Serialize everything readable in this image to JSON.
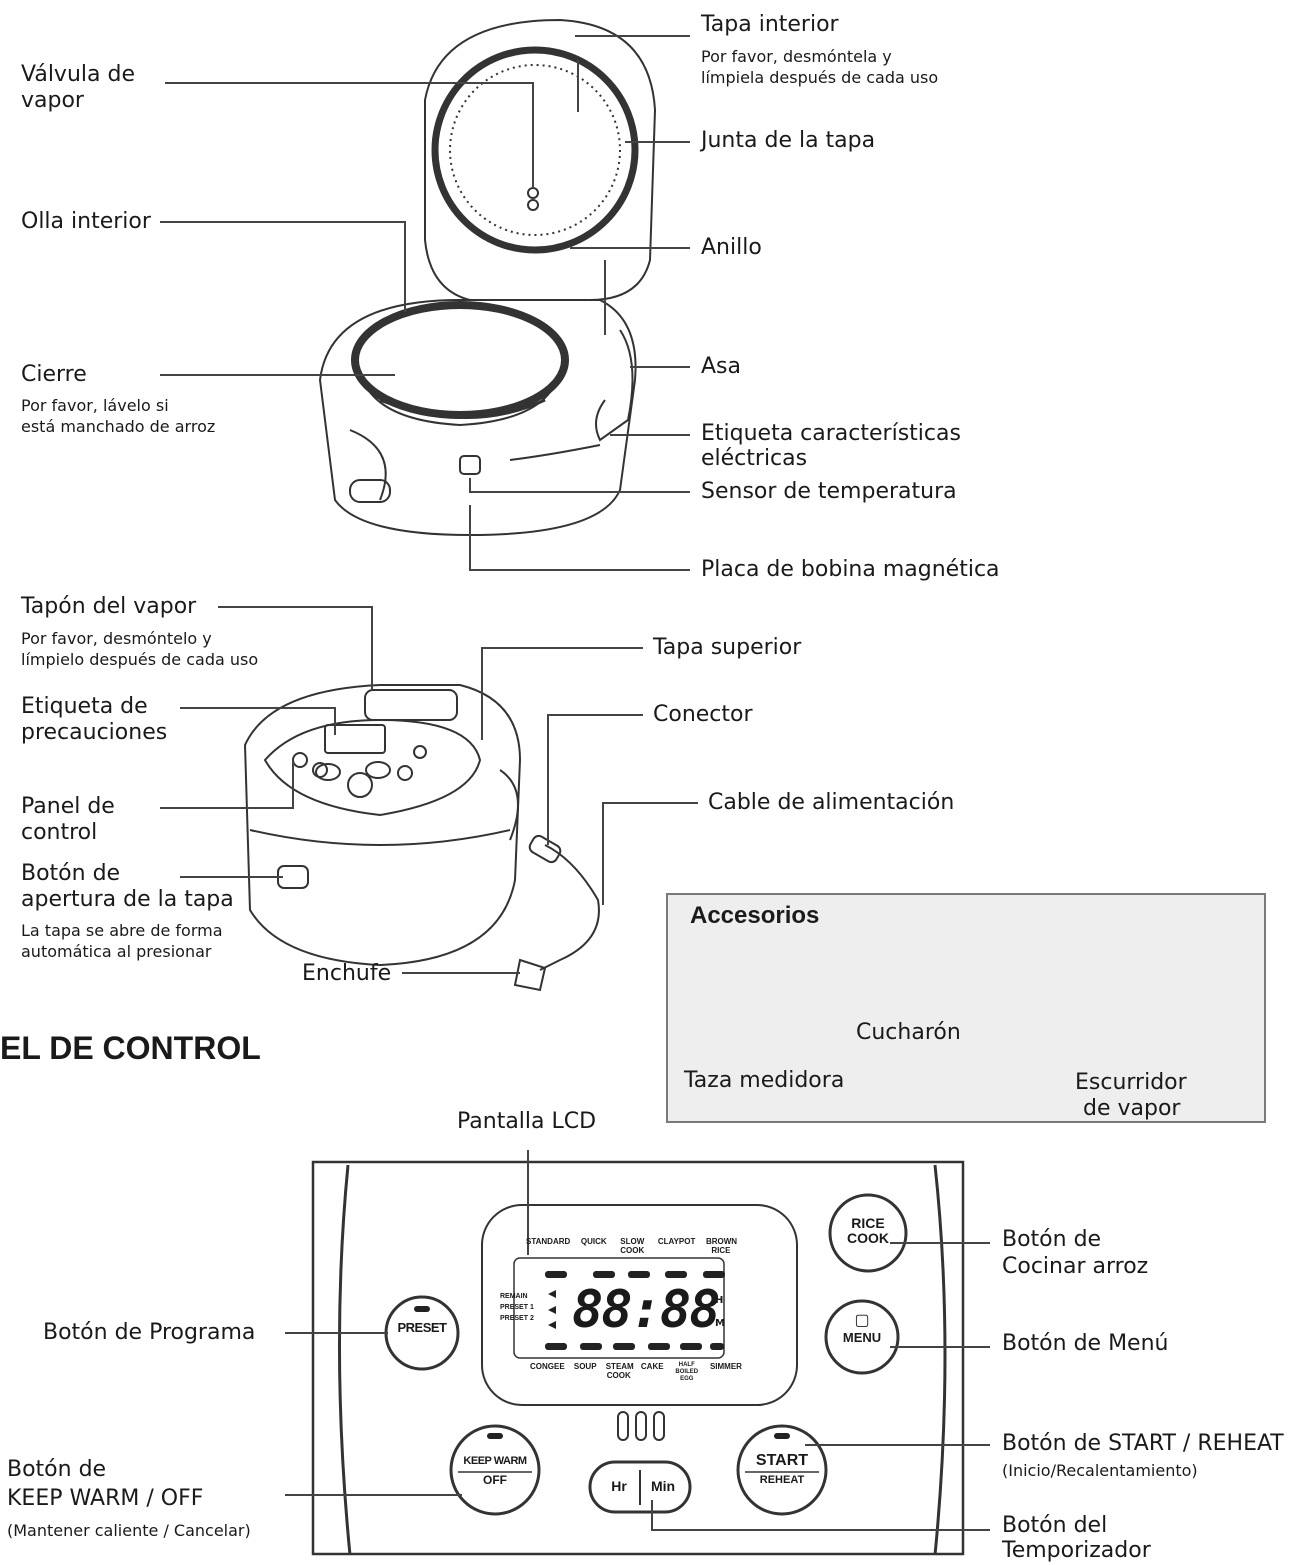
{
  "top_labels": {
    "valvula_line1": "Válvula de",
    "valvula_line2": "vapor",
    "olla_interior": "Olla interior",
    "cierre": "Cierre",
    "cierre_note1": "Por favor, lávelo si",
    "cierre_note2": "está manchado de arroz",
    "tapa_interior": "Tapa interior",
    "tapa_interior_note1": "Por favor, desmóntela y",
    "tapa_interior_note2": "límpiela después de cada uso",
    "junta": "Junta de la tapa",
    "anillo": "Anillo",
    "asa": "Asa",
    "etiqueta_elec1": "Etiqueta características",
    "etiqueta_elec2": "eléctricas",
    "sensor": "Sensor de temperatura",
    "placa": "Placa de bobina magnética"
  },
  "mid_labels": {
    "tapon": "Tapón del vapor",
    "tapon_note1": "Por favor, desmóntelo y",
    "tapon_note2": "límpielo después de cada uso",
    "etiqueta_prec1": "Etiqueta de",
    "etiqueta_prec2": "precauciones",
    "panel1": "Panel de",
    "panel2": "control",
    "boton_apertura1": "Botón de",
    "boton_apertura2": "apertura de la tapa",
    "boton_apertura_note1": "La tapa se abre de forma",
    "boton_apertura_note2": "automática al presionar",
    "enchufe": "Enchufe",
    "tapa_superior": "Tapa superior",
    "conector": "Conector",
    "cable": "Cable de alimentación"
  },
  "accessories": {
    "title": "Accesorios",
    "cucharon": "Cucharón",
    "taza": "Taza medidora",
    "escurridor1": "Escurridor",
    "escurridor2": "de vapor"
  },
  "section_heading": "EL DE CONTROL",
  "panel_labels": {
    "lcd": "Pantalla LCD",
    "programa": "Botón de Programa",
    "keep1": "Botón de",
    "keep2": "KEEP WARM / OFF",
    "keep_note": "(Mantener caliente / Cancelar)",
    "rice1": "Botón de",
    "rice2": "Cocinar arroz",
    "menu": "Botón de Menú",
    "start": "Botón de START / REHEAT",
    "start_note": "(Inicio/Recalentamiento)",
    "timer1": "Botón del",
    "timer2": "Temporizador"
  },
  "lcd": {
    "top_modes": [
      "STANDARD",
      "QUICK",
      "SLOW COOK",
      "CLAYPOT",
      "BROWN RICE"
    ],
    "bottom_modes": [
      "CONGEE",
      "SOUP",
      "STEAM COOK",
      "CAKE",
      "HALF BOILED EGG",
      "SIMMER"
    ],
    "left_1": "REMAIN",
    "left_2": "PRESET 1",
    "left_3": "PRESET 2",
    "digits": "88:88",
    "h": "H",
    "m": "M"
  },
  "buttons": {
    "preset": "PRESET",
    "rice1": "RICE",
    "rice2": "COOK",
    "menu": "MENU",
    "keep_top": "KEEP WARM",
    "keep_bottom": "OFF",
    "start_top": "START",
    "start_bottom": "REHEAT",
    "hr": "Hr",
    "min": "Min"
  }
}
